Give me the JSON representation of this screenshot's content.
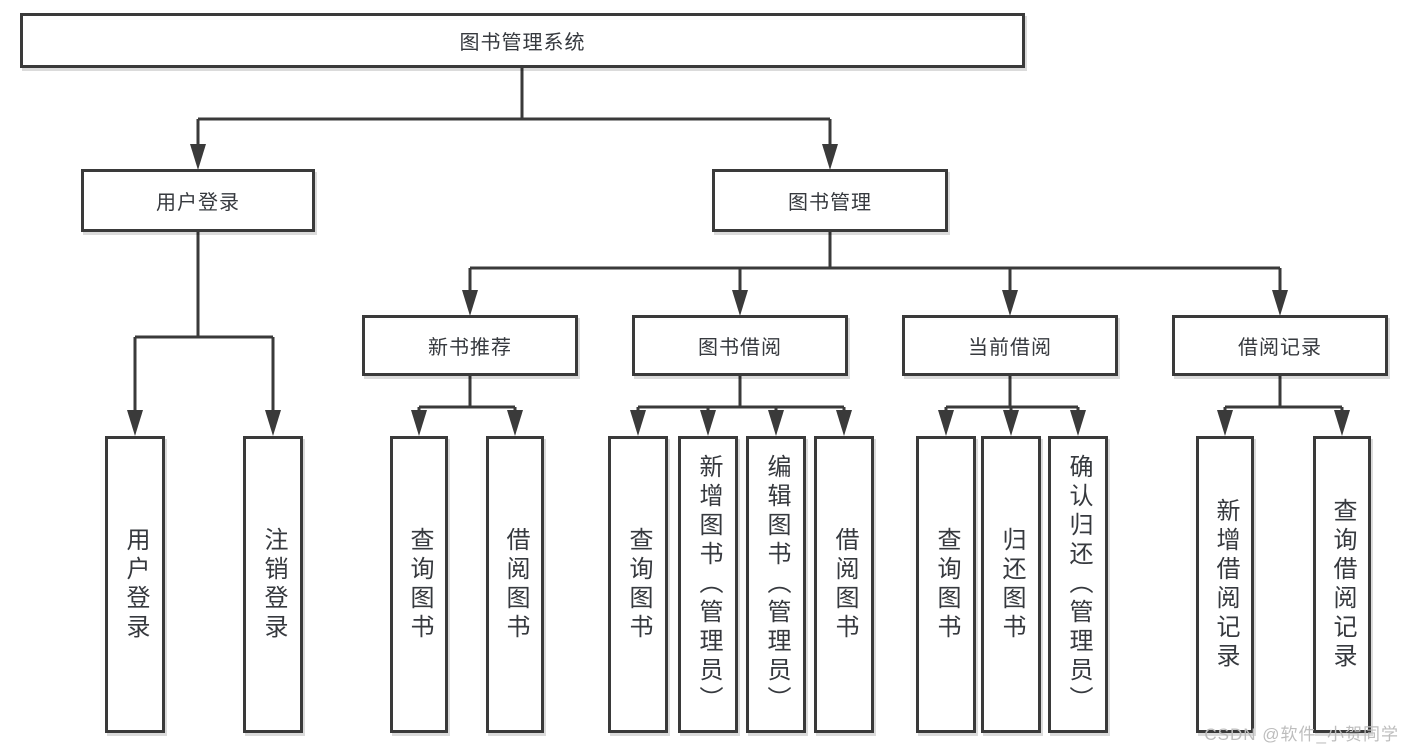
{
  "diagram": {
    "type": "hierarchy",
    "root": {
      "label": "图书管理系统",
      "children": [
        {
          "label": "用户登录",
          "children": [
            {
              "label": "用户登录"
            },
            {
              "label": "注销登录"
            }
          ]
        },
        {
          "label": "图书管理",
          "children": [
            {
              "label": "新书推荐",
              "children": [
                {
                  "label": "查询图书"
                },
                {
                  "label": "借阅图书"
                }
              ]
            },
            {
              "label": "图书借阅",
              "children": [
                {
                  "label": "查询图书"
                },
                {
                  "label": "新增图书（管理员）"
                },
                {
                  "label": "编辑图书（管理员）"
                },
                {
                  "label": "借阅图书"
                }
              ]
            },
            {
              "label": "当前借阅",
              "children": [
                {
                  "label": "查询图书"
                },
                {
                  "label": "归还图书"
                },
                {
                  "label": "确认归还（管理员）"
                }
              ]
            },
            {
              "label": "借阅记录",
              "children": [
                {
                  "label": "新增借阅记录"
                },
                {
                  "label": "查询借阅记录"
                }
              ]
            }
          ]
        }
      ]
    }
  },
  "watermark": {
    "text": "CSDN @软件_小贺同学"
  },
  "colors": {
    "line": "#3a3a3a",
    "text": "#36393e",
    "watermark": "#bdbdbd",
    "background": "#ffffff"
  }
}
